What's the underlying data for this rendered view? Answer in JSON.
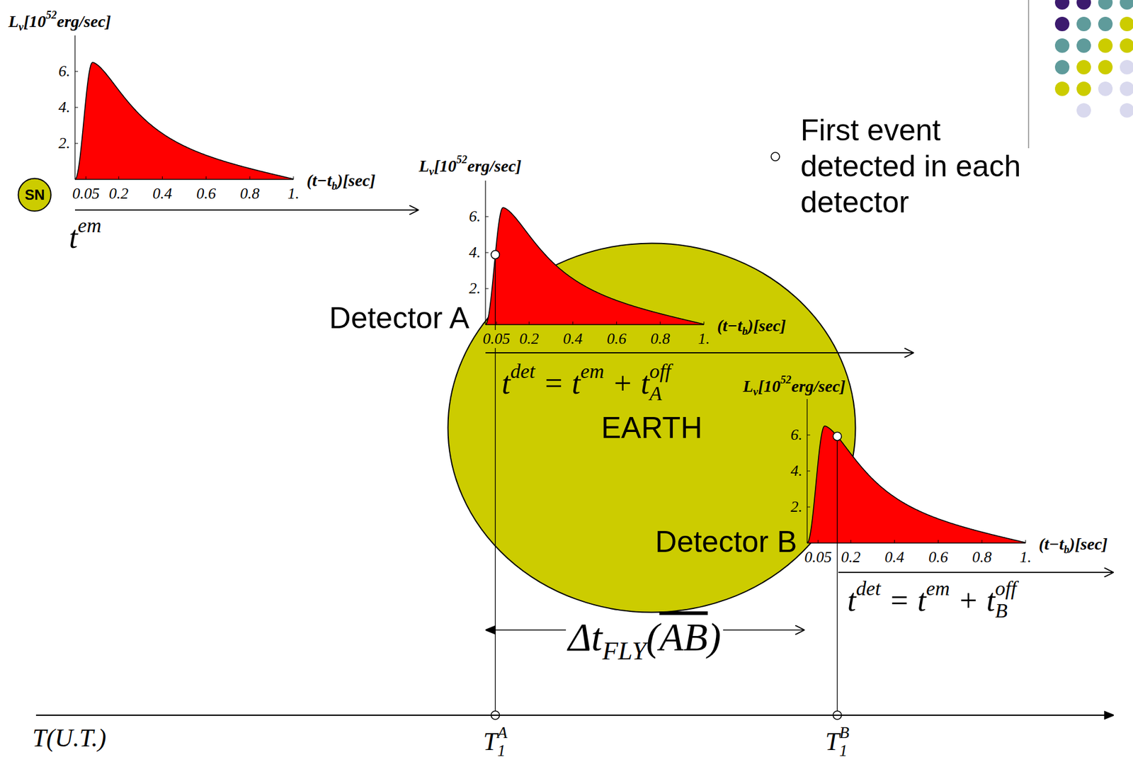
{
  "diagram": {
    "nodes": [
      {
        "text": [
          "SN"
        ]
      },
      {
        "text": [
          "EARTH"
        ]
      }
    ],
    "labels": [
      "Lν[1052erg/sec]",
      "6.",
      "4.",
      "2.",
      "0.05",
      "0.2",
      "0.4",
      "0.6",
      "0.8",
      "1.",
      "(t−tb)[sec]",
      "tem",
      "Lν[1052erg/sec]",
      "6.",
      "4.",
      "2.",
      "0.05",
      "0.2",
      "0.4",
      "0.6",
      "0.8",
      "1.",
      "(t−tb)[sec]",
      "Detector A",
      "tdet = tem + tAoff",
      "Lν[1052erg/sec]",
      "6.",
      "4.",
      "2.",
      "0.05",
      "0.2",
      "0.4",
      "0.6",
      "0.8",
      "1.",
      "(t−tb)[sec]",
      "Detector B",
      "tdet = tem + tBoff",
      "ΔtFLY(AB)",
      "T(U.T.)",
      "T1A",
      "T1B"
    ],
    "legend": [
      {
        "text": "First event detected in each detector"
      }
    ]
  }
}
